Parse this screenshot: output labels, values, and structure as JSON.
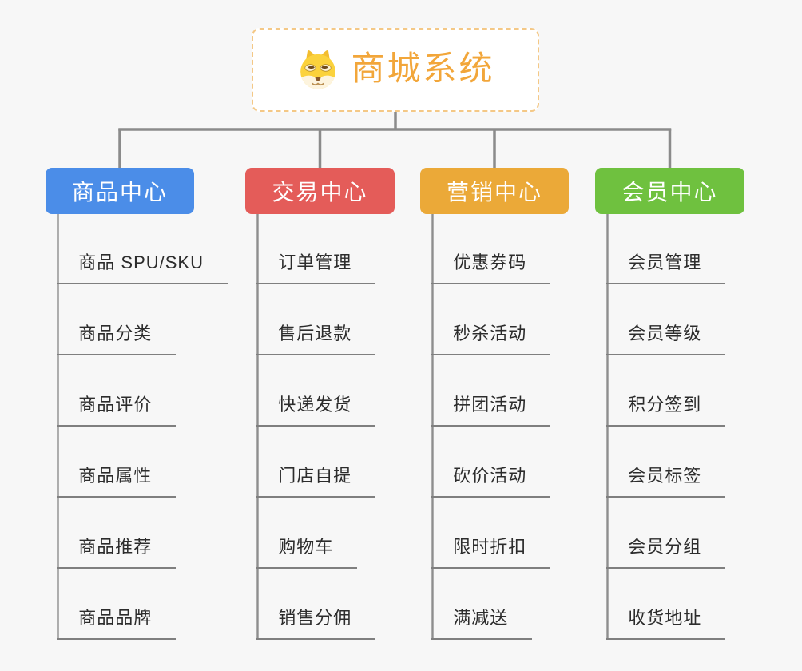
{
  "root": {
    "title": "商城系统",
    "icon": "dog-face-icon",
    "accent_color": "#f2a63a",
    "border_color": "#f4c886"
  },
  "branches": [
    {
      "name": "product-center",
      "label": "商品中心",
      "color": "#4b8de8",
      "children": [
        "商品 SPU/SKU",
        "商品分类",
        "商品评价",
        "商品属性",
        "商品推荐",
        "商品品牌"
      ]
    },
    {
      "name": "trade-center",
      "label": "交易中心",
      "color": "#e45c59",
      "children": [
        "订单管理",
        "售后退款",
        "快递发货",
        "门店自提",
        "购物车",
        "销售分佣"
      ]
    },
    {
      "name": "marketing-center",
      "label": "营销中心",
      "color": "#eba938",
      "children": [
        "优惠券码",
        "秒杀活动",
        "拼团活动",
        "砍价活动",
        "限时折扣",
        "满减送"
      ]
    },
    {
      "name": "member-center",
      "label": "会员中心",
      "color": "#6fc13f",
      "children": [
        "会员管理",
        "会员等级",
        "积分签到",
        "会员标签",
        "会员分组",
        "收货地址"
      ]
    }
  ],
  "colors": {
    "background": "#f7f7f7",
    "connector": "#8b8b8b",
    "spine": "#8e8e8e",
    "leaf_text": "#2c2c2c"
  }
}
